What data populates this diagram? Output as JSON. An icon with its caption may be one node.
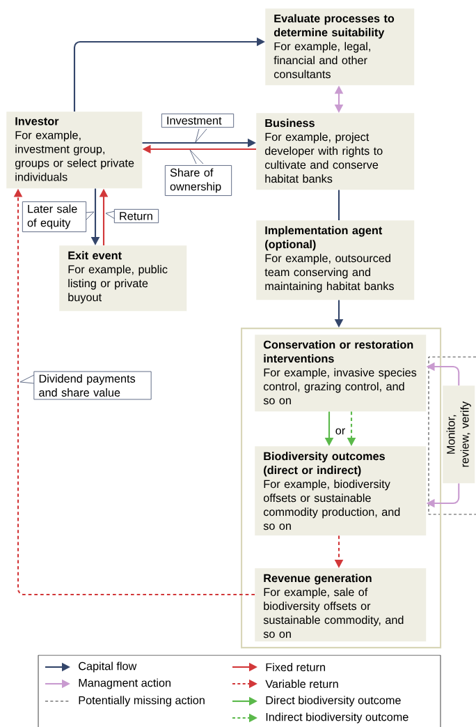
{
  "diagram": {
    "nodes": [
      {
        "text": [
          "Evaluate processes to determine suitability",
          "For example, legal, financial and other consultants"
        ]
      },
      {
        "text": [
          "Investor",
          "For example, investment group, groups or select private individuals"
        ]
      },
      {
        "text": [
          "Business",
          "For example, project developer with rights to cultivate and conserve habitat banks"
        ]
      },
      {
        "text": [
          "Exit event",
          "For example, public listing or private buyout"
        ]
      },
      {
        "text": [
          "Implementation agent (optional)",
          "For example, outsourced team conserving and maintaining habitat banks"
        ]
      },
      {
        "text": [],
        "shape": "box"
      },
      {
        "text": [
          "Conservation or restoration interventions",
          "For example, invasive species control, grazing control, and so on"
        ],
        "in": 5
      },
      {
        "text": [
          "Biodiversity outcomes (direct or indirect)",
          "For example, biodiversity offsets or sustainable commodity production, and so on"
        ],
        "in": 5
      },
      {
        "text": [
          "Revenue generation",
          "For example, sale of biodiversity offsets or sustainable commodity, and so on"
        ],
        "in": 5
      },
      {
        "text": [
          "Monitor, review, verify"
        ]
      }
    ],
    "edges": [
      {
        "from": 1,
        "to": 0,
        "arrow": "to"
      },
      {
        "from": 0,
        "to": 2,
        "arrow": "both",
        "color": "#c99bd0"
      },
      {
        "from": 1,
        "to": 2,
        "arrow": "to",
        "label": "Investment"
      },
      {
        "from": 2,
        "to": 1,
        "arrow": "to",
        "label": "Share of ownership",
        "color": "#d2383a"
      },
      {
        "from": 2,
        "to": 4,
        "arrow": "none"
      },
      {
        "from": 4,
        "to": 5,
        "arrow": "to"
      },
      {
        "from": 1,
        "to": 3,
        "arrow": "to",
        "label": "Later sale of equity"
      },
      {
        "from": 3,
        "to": 1,
        "arrow": "to",
        "label": "Return",
        "color": "#d2383a"
      },
      {
        "from": 6,
        "to": 7,
        "arrow": "to",
        "color": "#5bb94b"
      },
      {
        "from": 6,
        "to": 7,
        "arrow": "to",
        "style": "dashed",
        "color": "#5bb94b"
      },
      {
        "from": 7,
        "to": 8,
        "arrow": "to",
        "style": "dashed",
        "color": "#d2383a"
      },
      {
        "from": 8,
        "to": 1,
        "arrow": "to",
        "style": "dashed",
        "color": "#d2383a",
        "label": "Dividend payments and share value"
      },
      {
        "from": 9,
        "to": 6,
        "arrow": "to",
        "color": "#c99bd0"
      },
      {
        "from": 9,
        "to": 7,
        "arrow": "to",
        "color": "#c99bd0"
      }
    ],
    "labels": [
      "or"
    ],
    "legend": [
      {
        "text": "Capital flow"
      },
      {
        "text": "Fixed return"
      },
      {
        "text": "Managment action"
      },
      {
        "text": "Variable return"
      },
      {
        "text": "Potentially missing action"
      },
      {
        "text": "Direct biodiversity outcome"
      },
      {
        "text": "Indirect biodiversity outcome"
      }
    ]
  }
}
